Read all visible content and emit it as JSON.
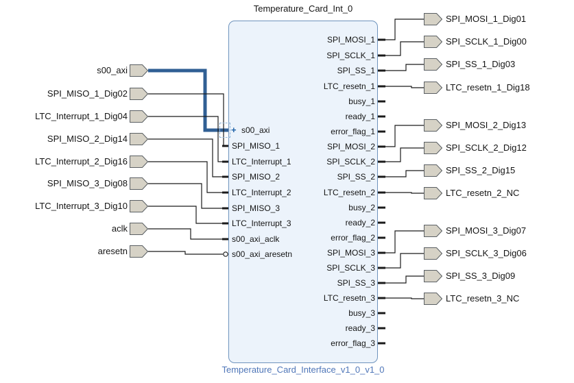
{
  "diagram": {
    "title": "Temperature_Card_Int_0",
    "footer": "Temperature_Card_Interface_v1_0_v1_0",
    "expand_icon": "+"
  },
  "colors": {
    "block_fill": "#ecf3fb",
    "block_border": "#6e93bd",
    "port_fill": "#d6d2c6",
    "port_border": "#5a5f63",
    "wire": "#1a1a1a",
    "bus_wire": "#305f94",
    "footer_text": "#4f76b8"
  },
  "block": {
    "left_pins": [
      "s00_axi",
      "SPI_MISO_1",
      "LTC_Interrupt_1",
      "SPI_MISO_2",
      "LTC_Interrupt_2",
      "SPI_MISO_3",
      "LTC_Interrupt_3",
      "s00_axi_aclk",
      "s00_axi_aresetn"
    ],
    "right_pins": [
      "SPI_MOSI_1",
      "SPI_SCLK_1",
      "SPI_SS_1",
      "LTC_resetn_1",
      "busy_1",
      "ready_1",
      "error_flag_1",
      "SPI_MOSI_2",
      "SPI_SCLK_2",
      "SPI_SS_2",
      "LTC_resetn_2",
      "busy_2",
      "ready_2",
      "error_flag_2",
      "SPI_MOSI_3",
      "SPI_SCLK_3",
      "SPI_SS_3",
      "LTC_resetn_3",
      "busy_3",
      "ready_3",
      "error_flag_3"
    ]
  },
  "left_ports": [
    "s00_axi",
    "SPI_MISO_1_Dig02",
    "LTC_Interrupt_1_Dig04",
    "SPI_MISO_2_Dig14",
    "LTC_Interrupt_2_Dig16",
    "SPI_MISO_3_Dig08",
    "LTC_Interrupt_3_Dig10",
    "aclk",
    "aresetn"
  ],
  "right_ports": [
    "SPI_MOSI_1_Dig01",
    "SPI_SCLK_1_Dig00",
    "SPI_SS_1_Dig03",
    "LTC_resetn_1_Dig18",
    "SPI_MOSI_2_Dig13",
    "SPI_SCLK_2_Dig12",
    "SPI_SS_2_Dig15",
    "LTC_resetn_2_NC",
    "SPI_MOSI_3_Dig07",
    "SPI_SCLK_3_Dig06",
    "SPI_SS_3_Dig09",
    "LTC_resetn_3_NC"
  ]
}
